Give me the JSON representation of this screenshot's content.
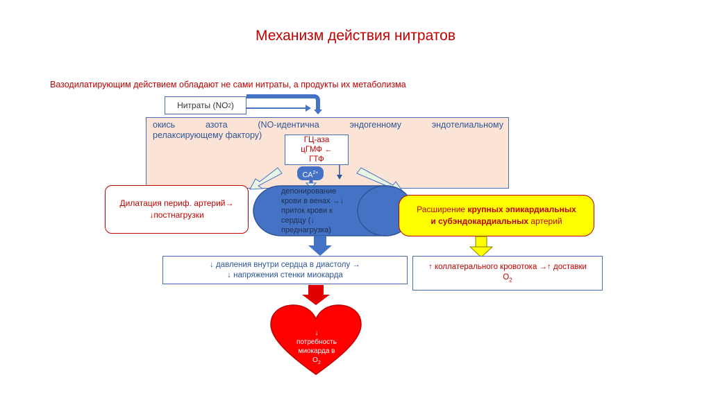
{
  "title": "Механизм действия нитратов",
  "subtitle": "Вазодилатирующим действием обладают не сами нитраты, а продукты их метаболизма",
  "nitrates": {
    "text": "Нитраты (NO",
    "sub": "2",
    "close": ")"
  },
  "nitric_oxide": {
    "line1": "окись азота (NO-идентична эндогенному эндотелиальному",
    "line2": "релаксирующему фактору)"
  },
  "enzyme": {
    "line1": "ГЦ-аза",
    "line2": "цГМФ ←",
    "line3": "ГТФ"
  },
  "calcium": {
    "text": "СА",
    "sup": "2+"
  },
  "left_box": {
    "line1": "Дилатация периф. артерий→",
    "line2": "↓постнагрузки"
  },
  "depot": {
    "line1": "депонирование",
    "line2": "крови в венах →↓",
    "line3": "приток крови к",
    "line4": "сердцу (↓",
    "line5": "преднагрузка)"
  },
  "right_box": {
    "pre": "Расширение ",
    "bold1": "крупных эпикардиальных",
    "bold2": "и субэндокардиальных",
    "post": " артерий"
  },
  "pressure_box": {
    "line1": "↓ давления внутри сердца в диастолу →",
    "line2": "↓ напряжения стенки миокарда"
  },
  "collateral_box": {
    "line1": "↑ коллатерального кровотока →↑ доставки",
    "line2": "О",
    "line2_sub": "2"
  },
  "heart": {
    "line1": "↓",
    "line2": "потребность",
    "line3": "миокарда в",
    "line4": "О",
    "line4_sub": "2"
  },
  "colors": {
    "red": "#c00000",
    "blue": "#4472c4",
    "panel": "#fbe3d6",
    "yellow": "#ffff00",
    "heart": "#ff0000"
  }
}
